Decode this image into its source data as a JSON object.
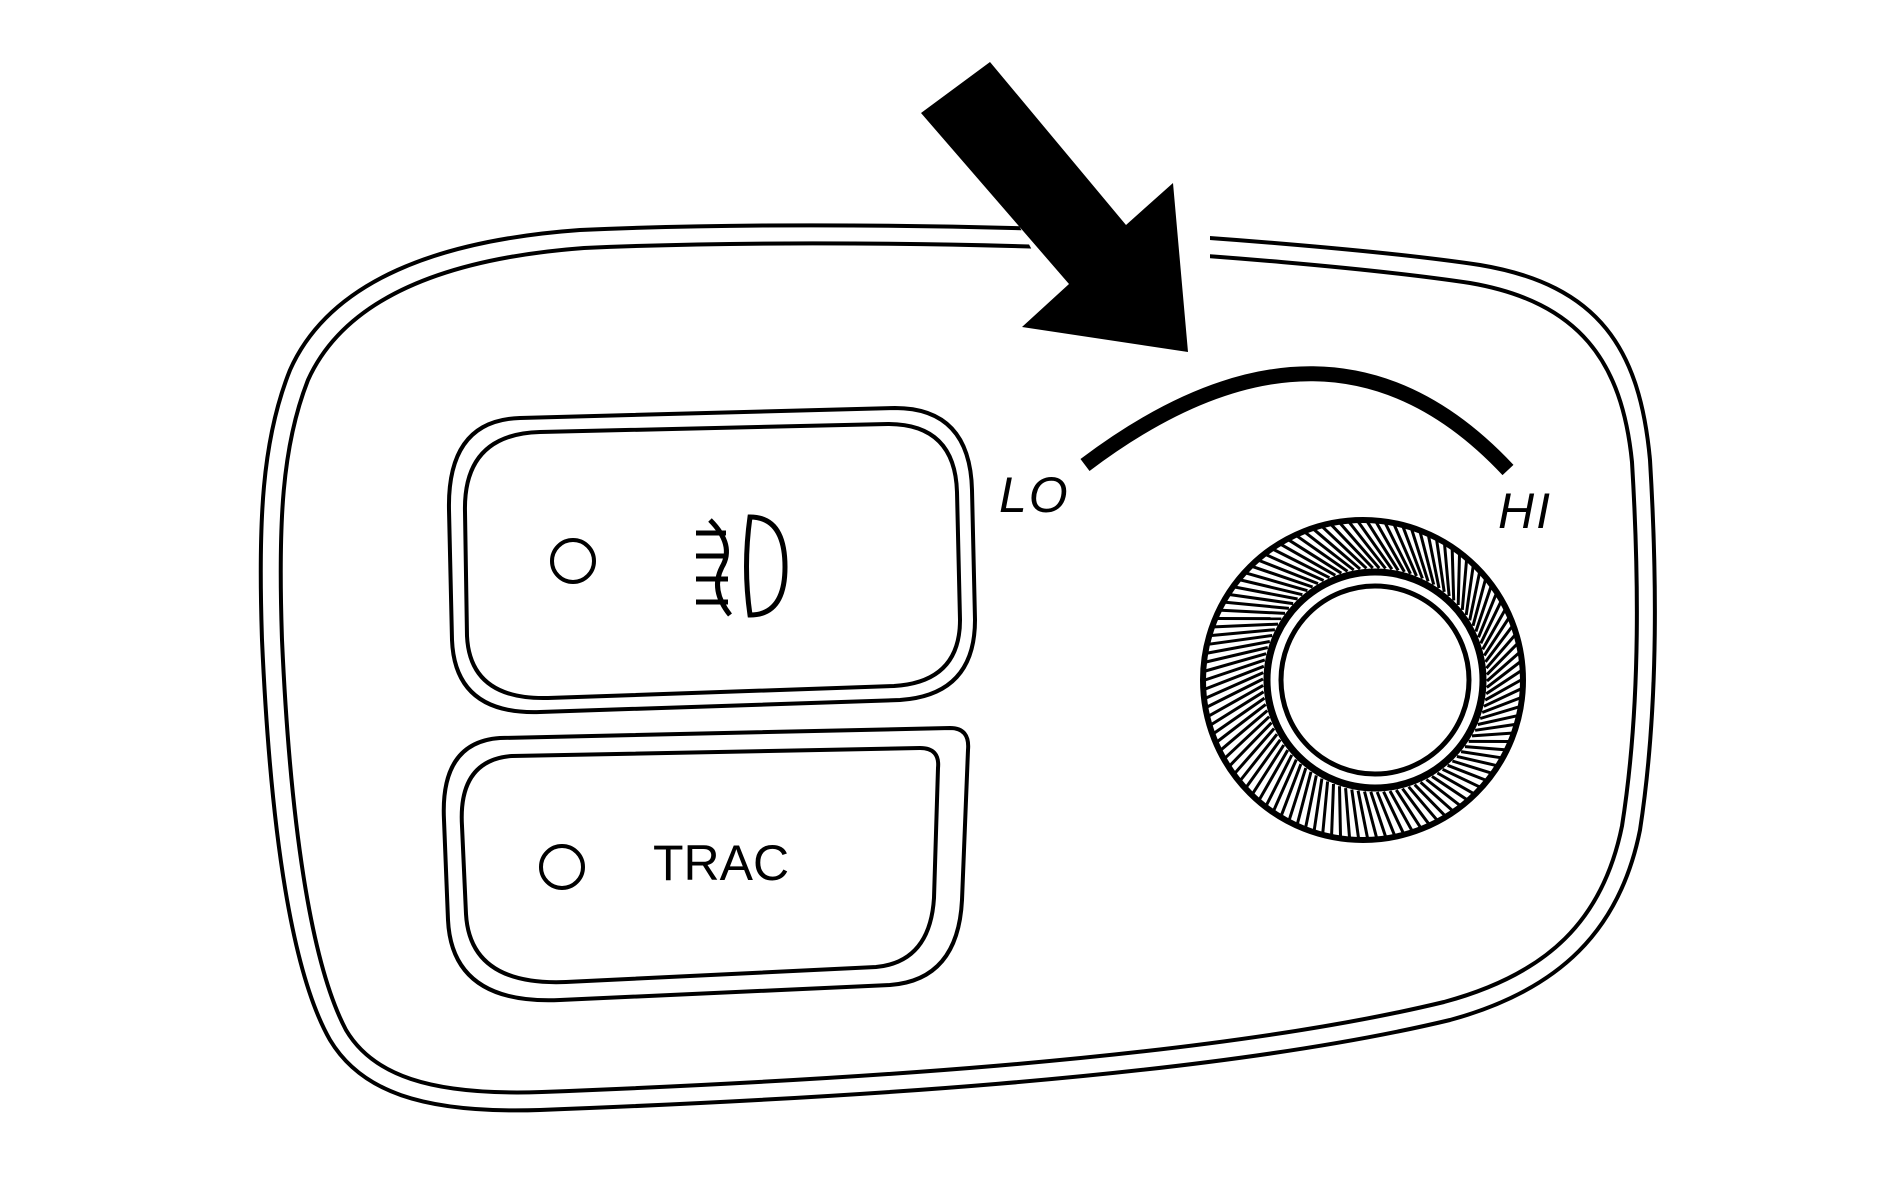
{
  "scale": {
    "low_label": "LO",
    "high_label": "HI"
  },
  "buttons": {
    "fog_lamp": {
      "icon": "fog-lamp-icon",
      "indicator": "indicator-light"
    },
    "traction": {
      "label": "TRAC",
      "indicator": "indicator-light"
    }
  },
  "dimmer": {
    "icon": "knurled-thumbwheel",
    "pointer": "arrow-pointer-icon"
  },
  "colors": {
    "line": "#000000",
    "background": "#ffffff"
  }
}
